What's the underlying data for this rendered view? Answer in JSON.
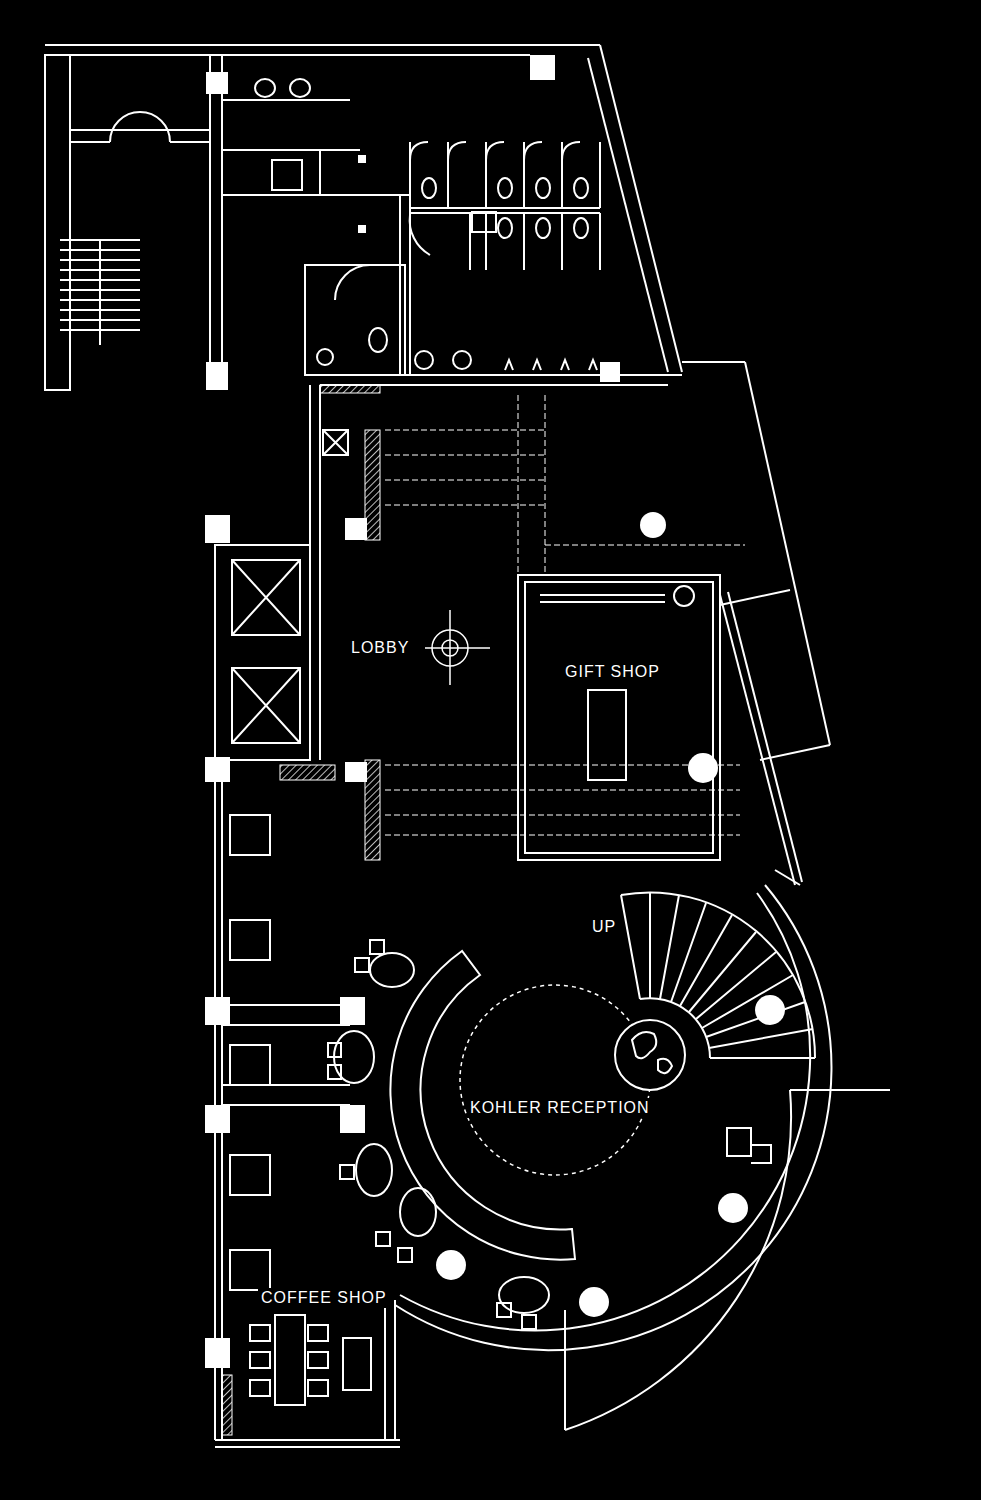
{
  "diagram": {
    "labels": [
      "LOBBY",
      "GIFT SHOP",
      "UP",
      "KOHLER RECEPTION",
      "COFFEE SHOP"
    ]
  }
}
